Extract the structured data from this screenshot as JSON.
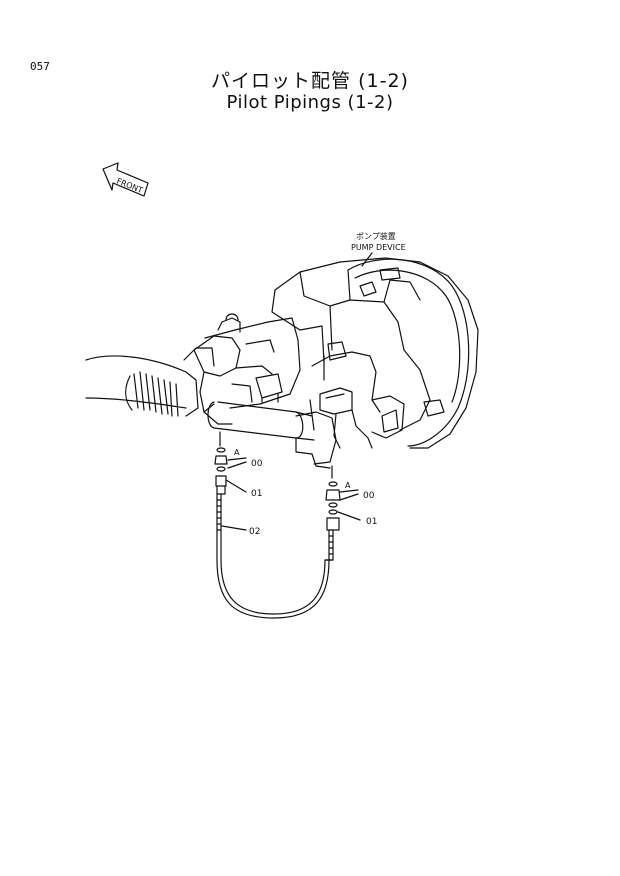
{
  "header": {
    "page_number": "057",
    "title_jp": "パイロット配管 (1-2)",
    "title_en": "Pilot Pipings (1-2)"
  },
  "labels": {
    "front": "FRONT",
    "pump_jp": "ポンプ装置",
    "pump_en": "PUMP DEVICE",
    "a_left": "A",
    "a_right": "A",
    "part_00_left": "00",
    "part_01_left": "01",
    "part_02": "02",
    "part_00_right": "00",
    "part_01_right": "01"
  }
}
